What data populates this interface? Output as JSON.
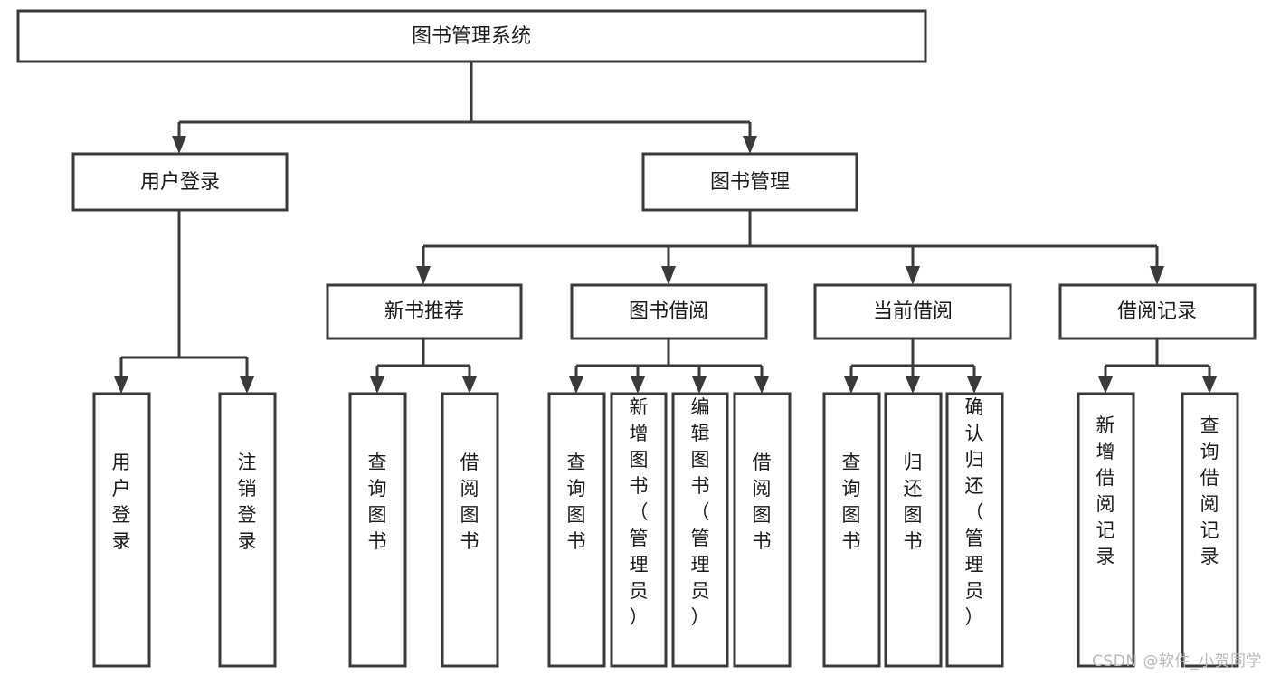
{
  "diagram": {
    "title": "图书管理系统",
    "type": "tree",
    "orientation": "top-down",
    "background_color": "#ffffff",
    "box_stroke_color": "#3a3a3a",
    "box_fill_color": "#ffffff",
    "text_color": "#1b1b1b",
    "root": {
      "id": "root",
      "label": "图书管理系统",
      "text_orientation": "horizontal"
    },
    "level2": [
      {
        "id": "user-login",
        "label": "用户登录",
        "text_orientation": "horizontal"
      },
      {
        "id": "book-manage",
        "label": "图书管理",
        "text_orientation": "horizontal"
      }
    ],
    "level3": [
      {
        "id": "new-book-recommend",
        "label": "新书推荐",
        "text_orientation": "horizontal",
        "parent": "book-manage"
      },
      {
        "id": "book-borrow",
        "label": "图书借阅",
        "text_orientation": "horizontal",
        "parent": "book-manage"
      },
      {
        "id": "current-borrow",
        "label": "当前借阅",
        "text_orientation": "horizontal",
        "parent": "book-manage"
      },
      {
        "id": "borrow-record",
        "label": "借阅记录",
        "text_orientation": "horizontal",
        "parent": "book-manage"
      }
    ],
    "leaves": [
      {
        "id": "leaf-user-login",
        "parent": "user-login",
        "label": "用户登录",
        "text_orientation": "vertical"
      },
      {
        "id": "leaf-logout-login",
        "parent": "user-login",
        "label": "注销登录",
        "text_orientation": "vertical"
      },
      {
        "id": "leaf-query-book-1",
        "parent": "new-book-recommend",
        "label": "查询图书",
        "text_orientation": "vertical"
      },
      {
        "id": "leaf-borrow-book-1",
        "parent": "new-book-recommend",
        "label": "借阅图书",
        "text_orientation": "vertical"
      },
      {
        "id": "leaf-query-book-2",
        "parent": "book-borrow",
        "label": "查询图书",
        "text_orientation": "vertical"
      },
      {
        "id": "leaf-add-book",
        "parent": "book-borrow",
        "label": "新增图书（管理员）",
        "text_orientation": "vertical"
      },
      {
        "id": "leaf-edit-book",
        "parent": "book-borrow",
        "label": "编辑图书（管理员）",
        "text_orientation": "vertical"
      },
      {
        "id": "leaf-borrow-book-2",
        "parent": "book-borrow",
        "label": "借阅图书",
        "text_orientation": "vertical"
      },
      {
        "id": "leaf-query-book-3",
        "parent": "current-borrow",
        "label": "查询图书",
        "text_orientation": "vertical"
      },
      {
        "id": "leaf-return-book",
        "parent": "current-borrow",
        "label": "归还图书",
        "text_orientation": "vertical"
      },
      {
        "id": "leaf-confirm-return",
        "parent": "current-borrow",
        "label": "确认归还（管理员）",
        "text_orientation": "vertical"
      },
      {
        "id": "leaf-add-borrow-record",
        "parent": "borrow-record",
        "label": "新增借阅记录",
        "text_orientation": "vertical"
      },
      {
        "id": "leaf-query-borrow-record",
        "parent": "borrow-record",
        "label": "查询借阅记录",
        "text_orientation": "vertical"
      }
    ]
  },
  "watermark": {
    "text": "CSDN @软件_小贺同学"
  }
}
